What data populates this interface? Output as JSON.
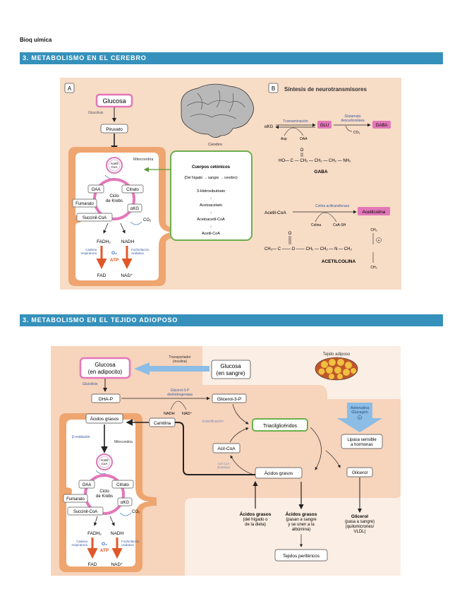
{
  "page": {
    "header": "Bioq uímica",
    "section1_title": "3. METABOLISMO EN EL CEREBRO",
    "section2_title": "3. METABOLISMO EN EL TEJIDO ADIOPOSO"
  },
  "fig1": {
    "panelA": {
      "label": "A",
      "glucosa": "Glucosa",
      "glucolisis": "Glucolisis",
      "piruvato": "Piruvato",
      "mitocondria": "Mitocondria",
      "acetilcoa_1": "Acetil",
      "acetilcoa_2": "CoA",
      "oaa": "OAA",
      "citrato": "Citrato",
      "ciclo_1": "Ciclo",
      "ciclo_2": "de Krebs",
      "fumarato": "Fumarato",
      "akg": "αKG",
      "succinil": "Succinil-CoA",
      "co2": "CO₂",
      "fadh2": "FADH₂",
      "nadh": "NADH",
      "cadena_1": "Cadena",
      "cadena_2": "respiratoria",
      "fosfo_1": "Fosforilación",
      "fosfo_2": "oxidativa",
      "o2": "O₂",
      "atp": "ATP",
      "fad": "FAD",
      "nad": "NAD⁺"
    },
    "cerebro": "Cerebro",
    "cuerpos": {
      "title": "Cuerpos cetónicos",
      "subtitle": "(Del hígado → sangre → cerebro)",
      "steps": [
        "3-Hidroxibutirato",
        "Acetoacetato",
        "Acetoacetil-CoA",
        "Acetil-CoA"
      ]
    },
    "panelB": {
      "label": "B",
      "title": "Síntesis de neurotransmisores",
      "akg": "αKG",
      "transaminacion": "Transaminación",
      "asp": "Asp",
      "oaa": "OAA",
      "glu": "GLU",
      "glut_1": "Glutamato",
      "glut_2": "descarboxilasa",
      "co2": "CO₂",
      "gaba": "GABA",
      "gaba_formula": "HO— C — CH₂ — CH₂ — CH₂ — NH₂",
      "gaba_o": "O",
      "gaba_caption": "GABA",
      "acetilcoa": "Acetil-CoA",
      "colina_acetil": "Colina aciltransferasa",
      "colina": "Colina",
      "coash": "CoA-SH",
      "acetilcolina": "Acetilcolina",
      "ach_formula": "CH₃— C —— O —— CH₂ — CH₂ — N — CH₃",
      "ach_o": "O",
      "ach_ch3_top": "CH₃",
      "ach_ch3_bot": "CH₃",
      "ach_plus": "+",
      "ach_caption": "ACETILCOLINA"
    }
  },
  "fig2": {
    "transportador_1": "Transportador",
    "transportador_2": "(insulina)",
    "glucosa_adipocito_1": "Glucosa",
    "glucosa_adipocito_2": "(en adipocito)",
    "glucosa_sangre_1": "Glucosa",
    "glucosa_sangre_2": "(en sangre)",
    "tejido": "Tejido adiposo",
    "glucolisis": "Glucolisis",
    "dhap": "DHA-P",
    "g3pdh_1": "Glicerol-3-P",
    "g3pdh_2": "deshidrogenasa",
    "g3p": "Glicerol-3-P",
    "nadh": "NADH",
    "nad": "NAD⁺",
    "acidos_grasos_mito": "Ácidos grasos",
    "carnitina": "Carnitina",
    "esterificacion": "Esterificación",
    "triacil": "Triacilglicéridos",
    "beta_ox": "β-oxidación",
    "mitocondria": "Mitocondria",
    "adrenalina_1": "Adrenalina",
    "adrenalina_2": "Glucagón",
    "adrenalina_plus": "+",
    "lipasa_1": "Lipasa sensible",
    "lipasa_2": "a hormonas",
    "acilcoa": "Acil-CoA",
    "acilcoa_sint_1": "Acil-CoA",
    "acilcoa_sint_2": "sintetasa",
    "acidos_grasos_center": "Ácidos grasos",
    "glicerol": "Glicerol",
    "acetilcoa_1": "Acetil",
    "acetilcoa_2": "CoA",
    "oaa": "OAA",
    "citrato": "Citrato",
    "ciclo_1": "Ciclo",
    "ciclo_2": "de Krebs",
    "fumarato": "Fumarato",
    "akg": "αKG",
    "succinil": "Succinil-CoA",
    "co2": "CO₂",
    "fadh2": "FADH₂",
    "nadh2": "NADH",
    "cadena_1": "Cadena",
    "cadena_2": "respiratoria",
    "fosfo_1": "Fosforilación",
    "fosfo_2": "oxidativa",
    "o2": "O₂",
    "atp": "ATP",
    "fad": "FAD",
    "nad2": "NAD⁺",
    "ag_dieta_1": "Ácidos grasos",
    "ag_dieta_2": "(del hígado o",
    "ag_dieta_3": "de la dieta)",
    "ag_sangre_1": "Ácidos grasos",
    "ag_sangre_2": "(pasan a sangre",
    "ag_sangre_3": "y se unen a la",
    "ag_sangre_4": "albúmina)",
    "glicerol_out_1": "Glicerol",
    "glicerol_out_2": "(pasa a sangre)",
    "glicerol_out_3": "(quilomicrones/",
    "glicerol_out_4": "VLDL)",
    "tejidos_perif": "Tejidos periféricos"
  },
  "colors": {
    "band": "#3591bb",
    "panel_bg": "#f7dcc6",
    "mito_orange": "#eea56f",
    "pink": "#e377b8",
    "green": "#6ab04c",
    "arrow_orange": "#e0582a",
    "blue_arrow": "#8bbde6"
  }
}
